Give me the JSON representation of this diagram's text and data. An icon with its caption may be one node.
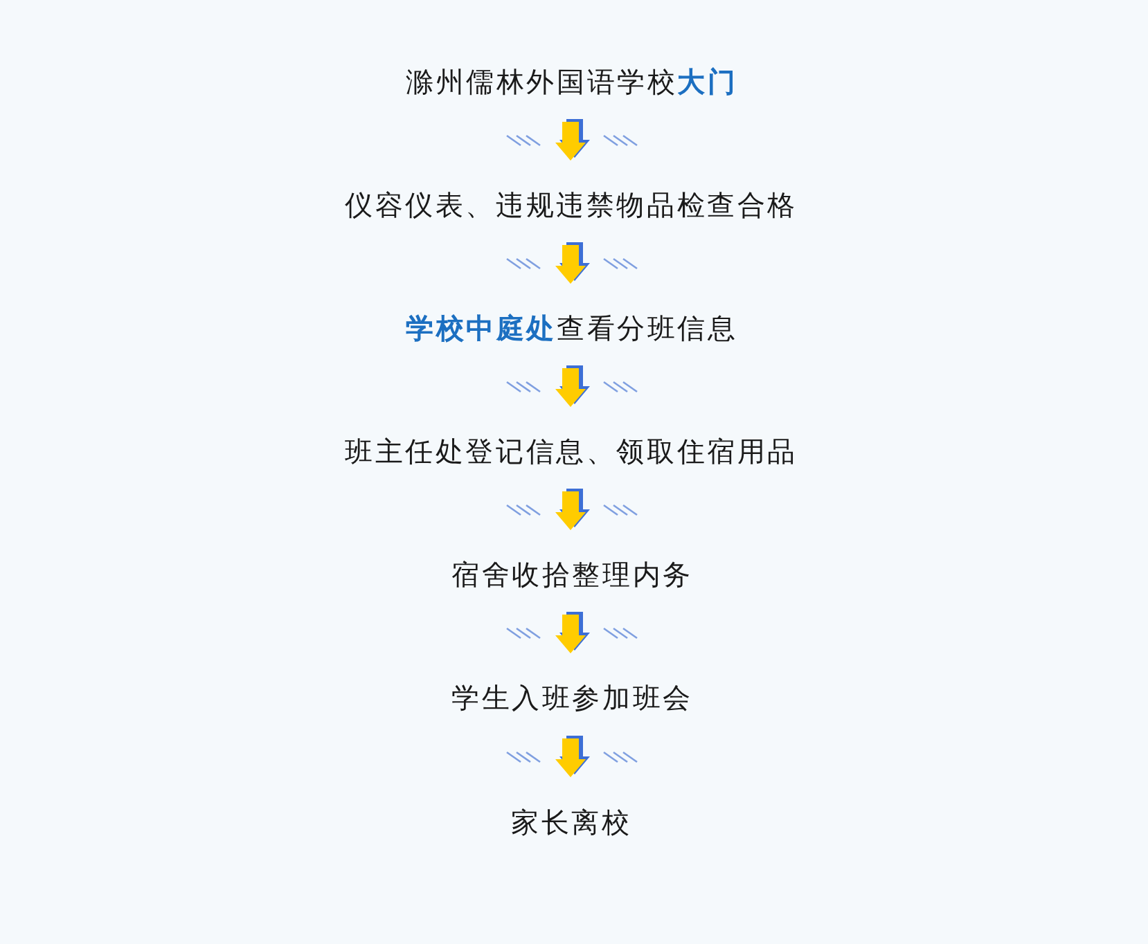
{
  "diagram": {
    "nodes": [
      {
        "text": [
          "滁州儒林外国语学校**大门**"
        ]
      },
      {
        "text": [
          "仪容仪表、违规违禁物品检查合格"
        ]
      },
      {
        "text": [
          "**学校中庭处**查看分班信息"
        ]
      },
      {
        "text": [
          "班主任处登记信息、领取住宿用品"
        ]
      },
      {
        "text": [
          "宿舍收拾整理内务"
        ]
      },
      {
        "text": [
          "学生入班参加班会"
        ]
      },
      {
        "text": [
          "家长离校"
        ]
      }
    ],
    "edges": [
      {
        "from": 0,
        "to": 1,
        "arrow": "to"
      },
      {
        "from": 1,
        "to": 2,
        "arrow": "to"
      },
      {
        "from": 2,
        "to": 3,
        "arrow": "to"
      },
      {
        "from": 3,
        "to": 4,
        "arrow": "to"
      },
      {
        "from": 4,
        "to": 5,
        "arrow": "to"
      },
      {
        "from": 5,
        "to": 6,
        "arrow": "to"
      }
    ]
  }
}
